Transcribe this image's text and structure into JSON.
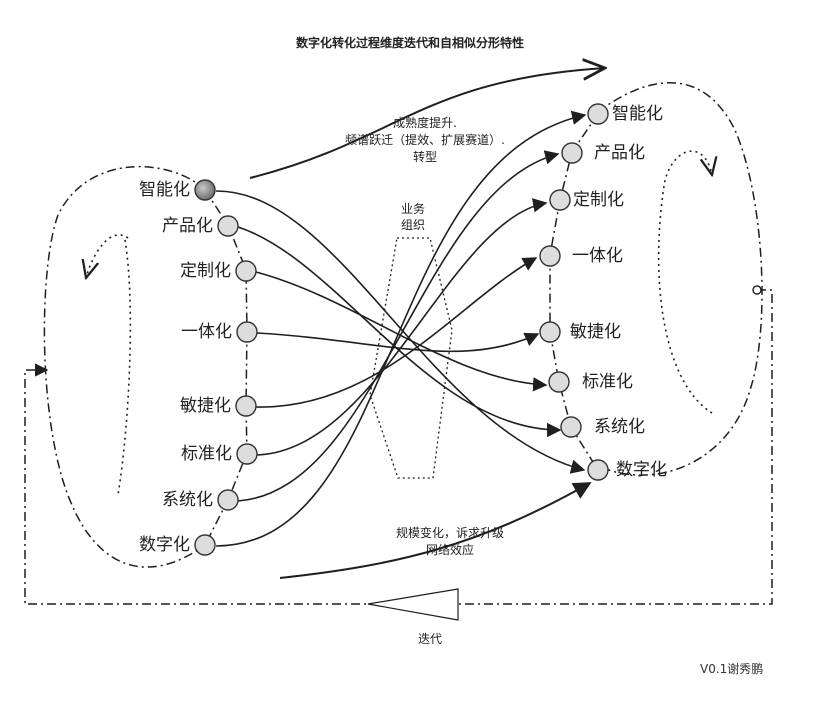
{
  "title": "数字化转化过程维度迭代和自相似分形特性",
  "left_stages": [
    "智能化",
    "产品化",
    "定制化",
    "一体化",
    "敏捷化",
    "标准化",
    "系统化",
    "数字化"
  ],
  "right_stages": [
    "智能化",
    "产品化",
    "定制化",
    "一体化",
    "敏捷化",
    "标准化",
    "系统化",
    "数字化"
  ],
  "notes": {
    "upper": [
      "成熟度提升.",
      "频谱跃迁（提效、扩展赛道）.",
      "转型"
    ],
    "middle": [
      "业务",
      "组织"
    ],
    "lower": [
      "规模变化，诉求升级",
      "网络效应"
    ],
    "iteration": "迭代"
  },
  "author": "V0.1谢秀鹏",
  "colors": {
    "line": "#1f1f1f",
    "node_fill": "#dddddd",
    "node_stroke": "#333333",
    "highlight_node": "#8a8a8a"
  }
}
